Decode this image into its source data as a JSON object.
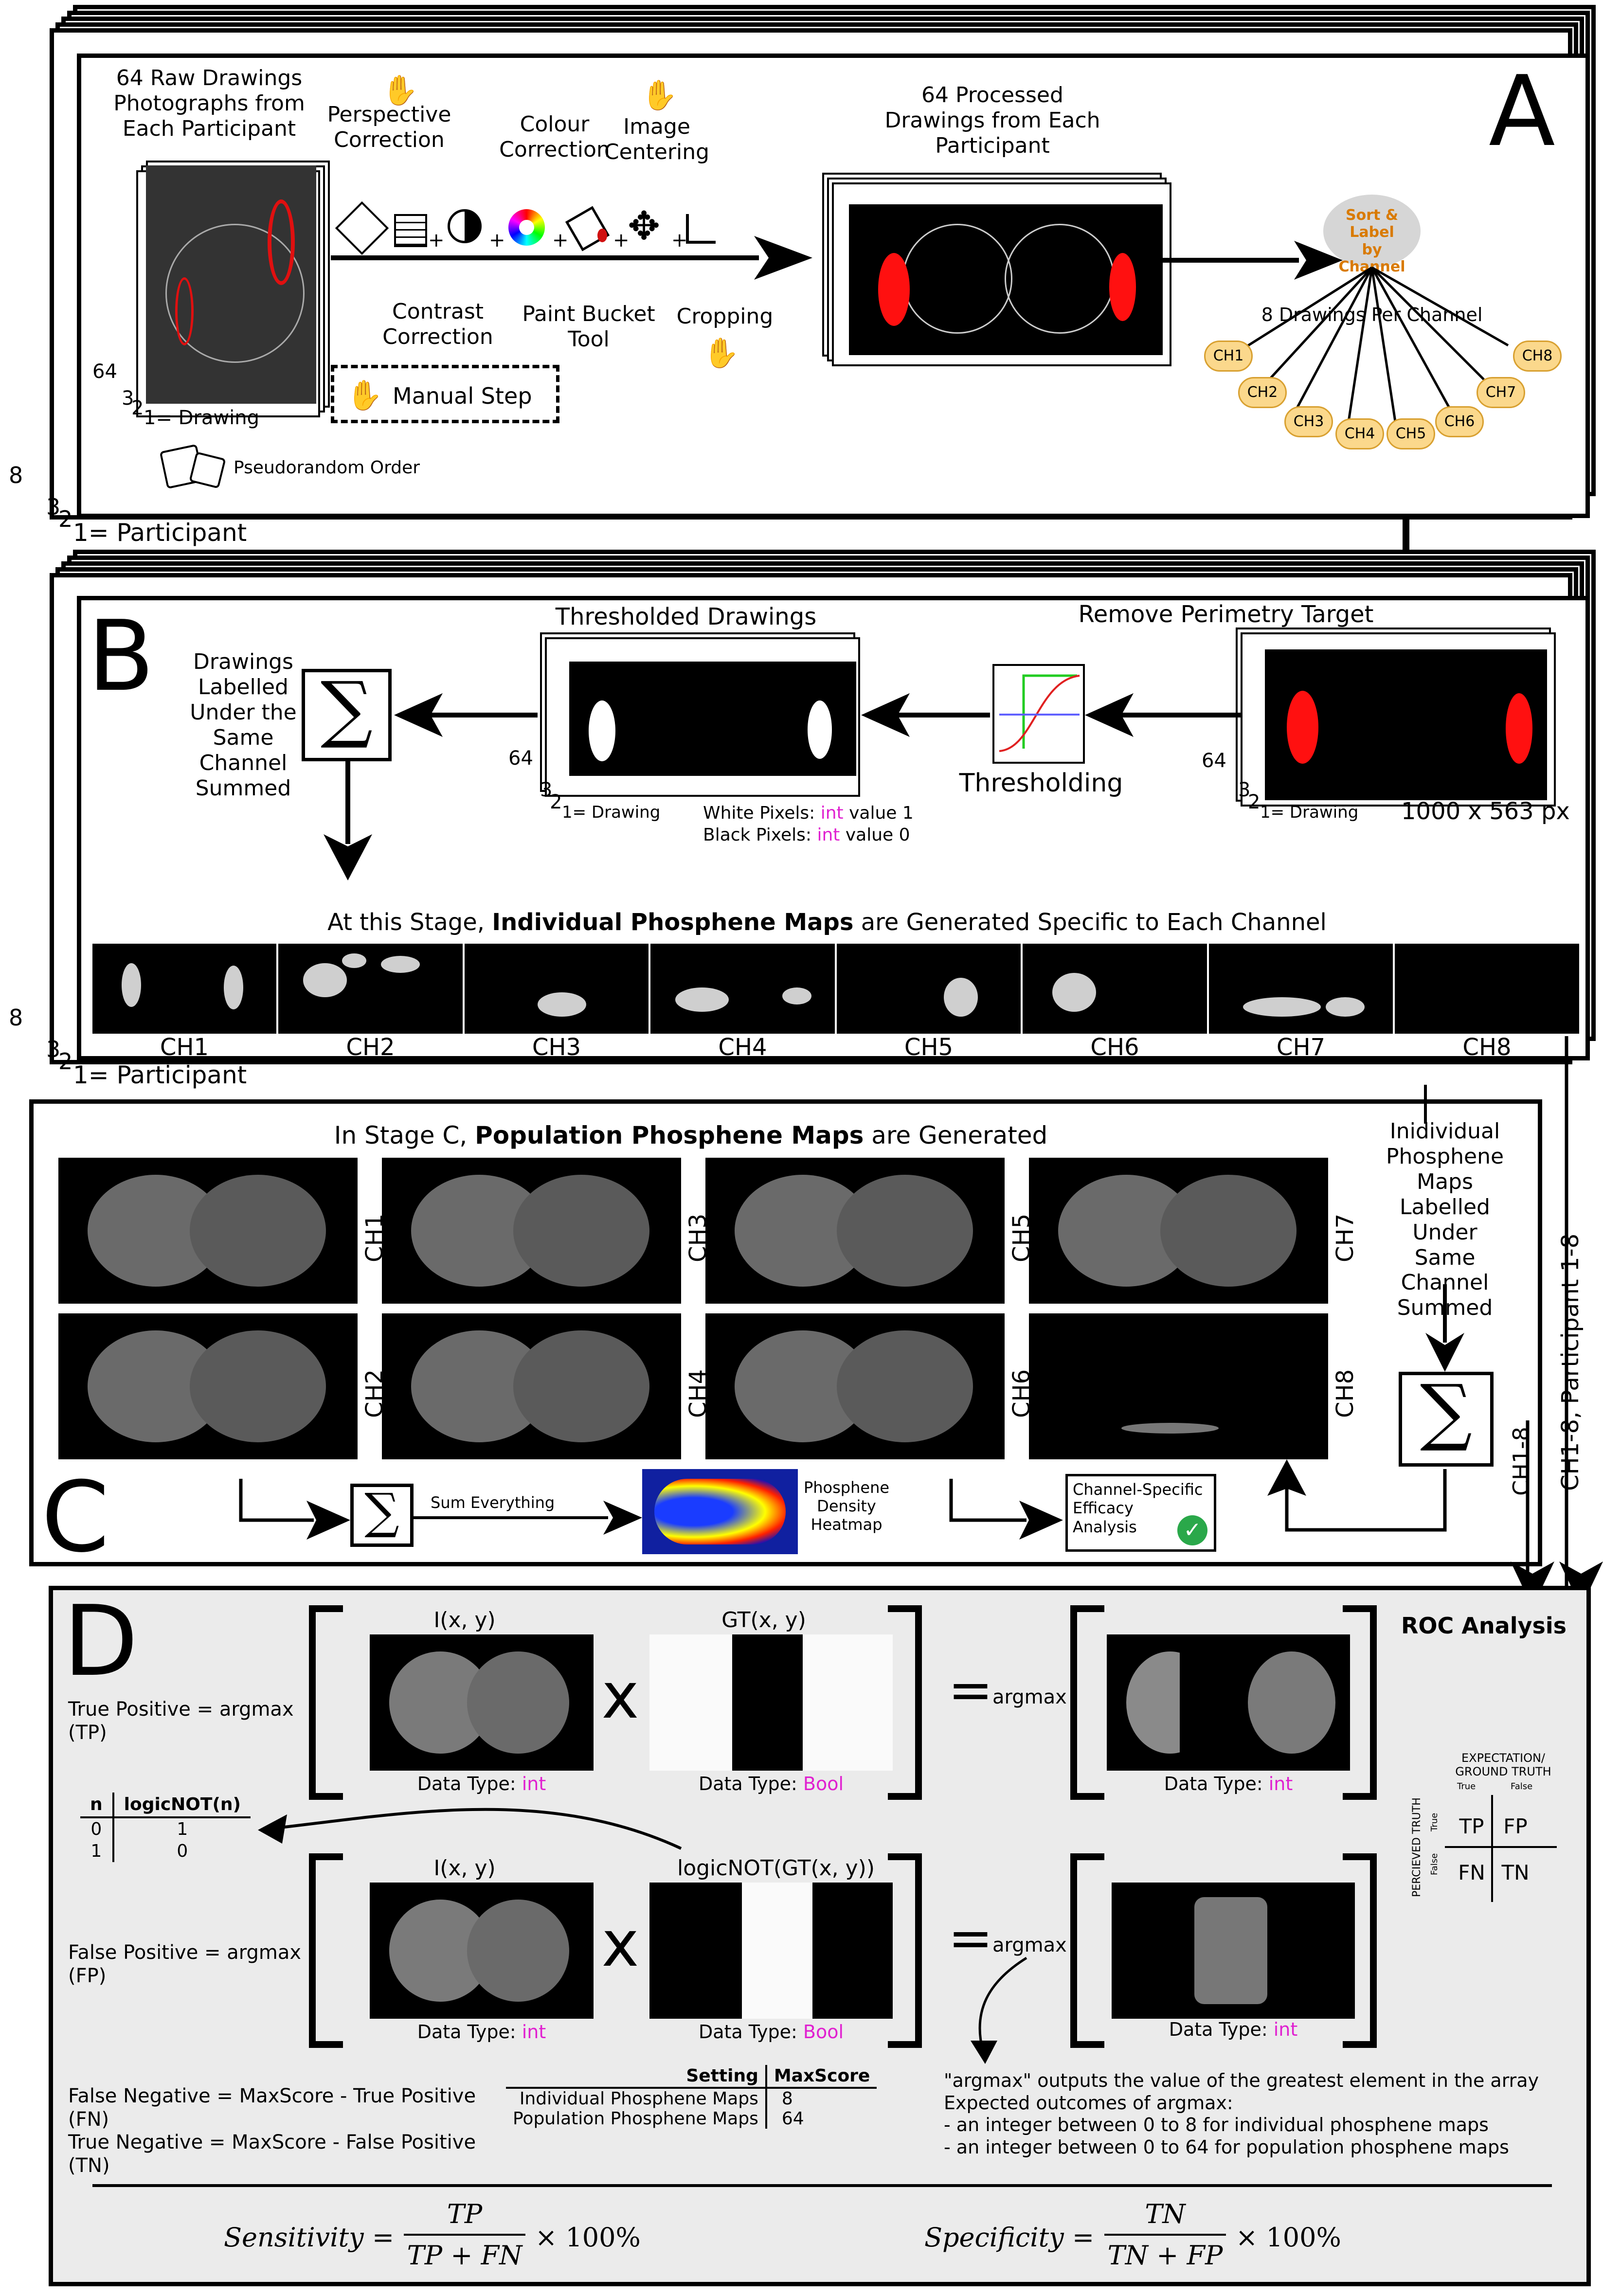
{
  "panels": {
    "a": "A",
    "b": "B",
    "c": "C",
    "d": "D"
  },
  "panel_a": {
    "raw_title": "64 Raw Drawings\nPhotographs from\nEach Participant",
    "stack_count": "64",
    "stack_3": "3",
    "stack_2": "2",
    "drawing_label": "1= Drawing",
    "pseudo_order": "Pseudorandom Order",
    "perspective": "Perspective\nCorrection",
    "contrast": "Contrast\nCorrection",
    "colour": "Colour\nCorrection",
    "paint_bucket": "Paint Bucket\nTool",
    "centering": "Image\nCentering",
    "cropping": "Cropping",
    "manual_step": "Manual Step",
    "processed_title": "64 Processed\nDrawings from Each\nParticipant",
    "sort_label": "Sort & Label\nby\nChannel",
    "eight_drawings": "8 Drawings Per Channel",
    "channels": [
      "CH1",
      "CH2",
      "CH3",
      "CH4",
      "CH5",
      "CH6",
      "CH7",
      "CH8"
    ],
    "participant_8": "8",
    "participant_3": "3",
    "participant_2": "2",
    "participant_label": "1= Participant",
    "plus": "+"
  },
  "panel_b": {
    "remove_target": "Remove Perimetry Target",
    "thresholded": "Thresholded Drawings",
    "thresholding": "Thresholding",
    "drawings_summed": "Drawings\nLabelled\nUnder the\nSame\nChannel\nSummed",
    "stack_count": "64",
    "stack_3": "3",
    "stack_2": "2",
    "drawing_label": "1= Drawing",
    "white_pixels_pre": "White Pixels: ",
    "white_pixels_type": "int",
    "white_pixels_post": " value 1",
    "black_pixels_pre": "Black Pixels: ",
    "black_pixels_type": "int",
    "black_pixels_post": " value 0",
    "resolution": "1000 x 563 px",
    "stage_pre": "At this Stage, ",
    "stage_bold": "Individual Phosphene Maps",
    "stage_post": " are Generated Specific to Each Channel",
    "channels": [
      "CH1",
      "CH2",
      "CH3",
      "CH4",
      "CH5",
      "CH6",
      "CH7",
      "CH8"
    ],
    "participant_8": "8",
    "participant_3": "3",
    "participant_2": "2",
    "participant_label": "1= Participant"
  },
  "panel_c": {
    "title_pre": "In Stage C, ",
    "title_bold": "Population Phosphene Maps",
    "title_post": " are Generated",
    "top_row": [
      "CH1",
      "CH3",
      "CH5",
      "CH7"
    ],
    "bottom_row": [
      "CH2",
      "CH4",
      "CH6",
      "CH8"
    ],
    "individual_note": "Inidividual\nPhosphene\nMaps Labelled\nUnder\nSame\nChannel\nSummed",
    "sum_everything": "Sum Everything",
    "heatmap_label": "Phosphene\nDensity\nHeatmap",
    "efficacy_label": "Channel-Specific\nEfficacy\nAnalysis",
    "ch18": "CH1-8",
    "ch18_participant": "CH1-8, Participant 1-8"
  },
  "panel_d": {
    "roc_title": "ROC Analysis",
    "tp_label": "True Positive = argmax\n      (TP)",
    "fp_label": "False Positive = argmax\n      (FP)",
    "fn_label": "False Negative = MaxScore - True Positive\n      (FN)",
    "tn_label": "True Negative = MaxScore - False Positive\n      (TN)",
    "i_xy": "I(x, y)",
    "gt_xy": "GT(x, y)",
    "logicnot_gt": "logicNOT(GT(x, y))",
    "times": "x",
    "equals_argmax": "argmax",
    "dtype_pre": "Data Type: ",
    "dtype_int": "int",
    "dtype_bool": "Bool",
    "logic_table": {
      "headers": [
        "n",
        "logicNOT(n)"
      ],
      "rows": [
        [
          "0",
          "1"
        ],
        [
          "1",
          "0"
        ]
      ]
    },
    "setting_table": {
      "headers": [
        "Setting",
        "MaxScore"
      ],
      "rows": [
        [
          "Individual Phosphene Maps",
          "8"
        ],
        [
          "Population Phosphene Maps",
          "64"
        ]
      ]
    },
    "argmax_note": "\"argmax\" outputs the value of the greatest element in the array\nExpected outcomes of argmax:\n   - an integer between 0 to 8 for individual phosphene maps\n   - an integer between 0 to 64 for population phosphene maps",
    "confusion": {
      "top": "EXPECTATION/\nGROUND TRUTH",
      "true_col": "True",
      "false_col": "False",
      "side": "PERCIEVED TRUTH",
      "true_row": "True",
      "false_row": "False",
      "cells": [
        "TP",
        "FP",
        "FN",
        "TN"
      ]
    },
    "sensitivity": {
      "lhs": "Sensitivity =",
      "num": "TP",
      "den": "TP + FN",
      "tail": "× 100%"
    },
    "specificity": {
      "lhs": "Specificity =",
      "num": "TN",
      "den": "TN + FP",
      "tail": "× 100%"
    }
  },
  "colors": {
    "accent_magenta": "#e020d0",
    "red": "#ff1010",
    "panel_d_bg": "#ebebeb",
    "chip": "#fbd88c"
  }
}
